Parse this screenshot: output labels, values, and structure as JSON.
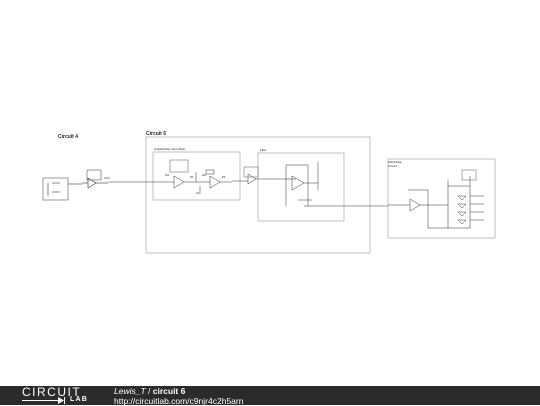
{
  "diagram": {
    "circuit4_label": "Circuit 4",
    "circuit5_label": "Circuit 5",
    "amp_block_label": "Amplification and offset",
    "ampbox_labels": [
      "10k",
      "R1",
      "10k",
      "C1",
      "R3"
    ],
    "filter_label": "Filter",
    "led_block_label": "LED Display",
    "led_block_sublabel": "Circuit 6"
  },
  "footer": {
    "logo_top": "CIRCUIT",
    "logo_bottom": "LAB",
    "author": "Lewis_T",
    "separator": " / ",
    "title": "circuit 6",
    "url": "http://circuitlab.com/c9njr4c2h5arn"
  },
  "colors": {
    "footer_bg": "#2b2b2b",
    "wire": "#333333",
    "box": "#9a9a9a"
  }
}
